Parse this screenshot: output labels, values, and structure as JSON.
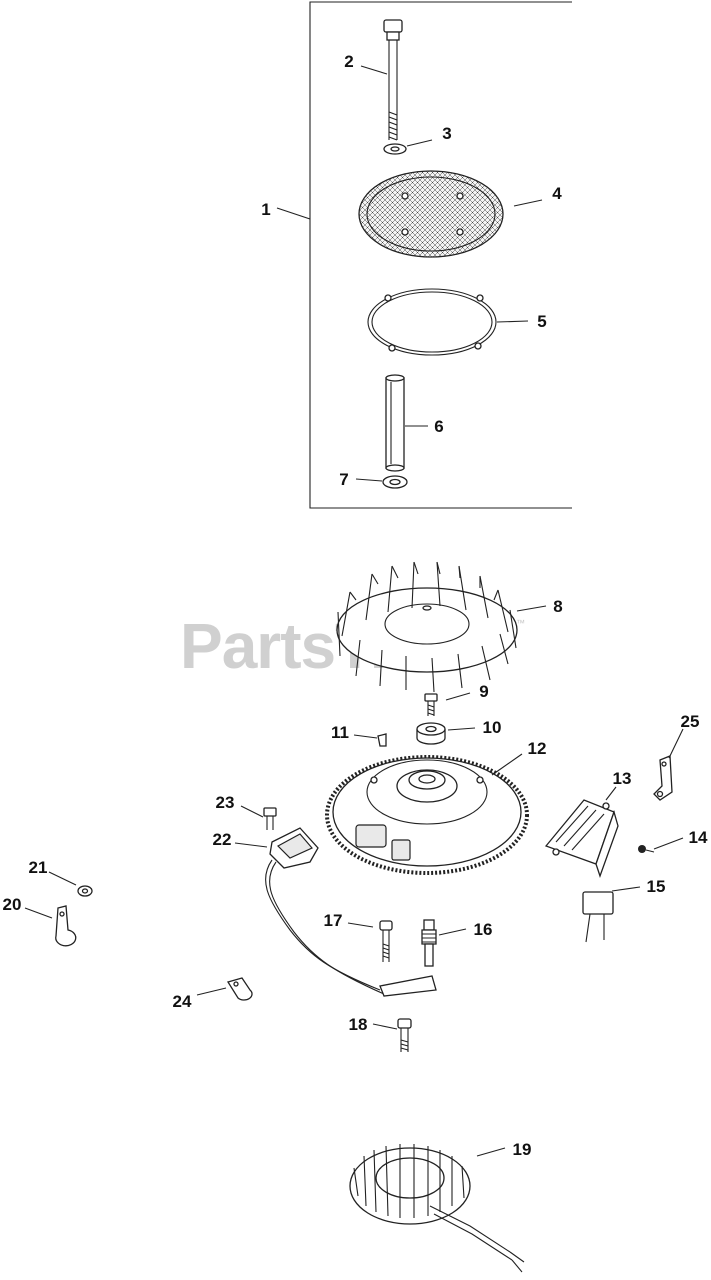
{
  "watermark": {
    "text": "PartsTree",
    "trademark": "™"
  },
  "callouts": [
    {
      "id": "1",
      "label": "1"
    },
    {
      "id": "2",
      "label": "2"
    },
    {
      "id": "3",
      "label": "3"
    },
    {
      "id": "4",
      "label": "4"
    },
    {
      "id": "5",
      "label": "5"
    },
    {
      "id": "6",
      "label": "6"
    },
    {
      "id": "7",
      "label": "7"
    },
    {
      "id": "8",
      "label": "8"
    },
    {
      "id": "9",
      "label": "9"
    },
    {
      "id": "10",
      "label": "10"
    },
    {
      "id": "11",
      "label": "11"
    },
    {
      "id": "12",
      "label": "12"
    },
    {
      "id": "13",
      "label": "13"
    },
    {
      "id": "14",
      "label": "14"
    },
    {
      "id": "15",
      "label": "15"
    },
    {
      "id": "16",
      "label": "16"
    },
    {
      "id": "17",
      "label": "17"
    },
    {
      "id": "18",
      "label": "18"
    },
    {
      "id": "19",
      "label": "19"
    },
    {
      "id": "20",
      "label": "20"
    },
    {
      "id": "21",
      "label": "21"
    },
    {
      "id": "22",
      "label": "22"
    },
    {
      "id": "23",
      "label": "23"
    },
    {
      "id": "24",
      "label": "24"
    },
    {
      "id": "25",
      "label": "25"
    }
  ]
}
